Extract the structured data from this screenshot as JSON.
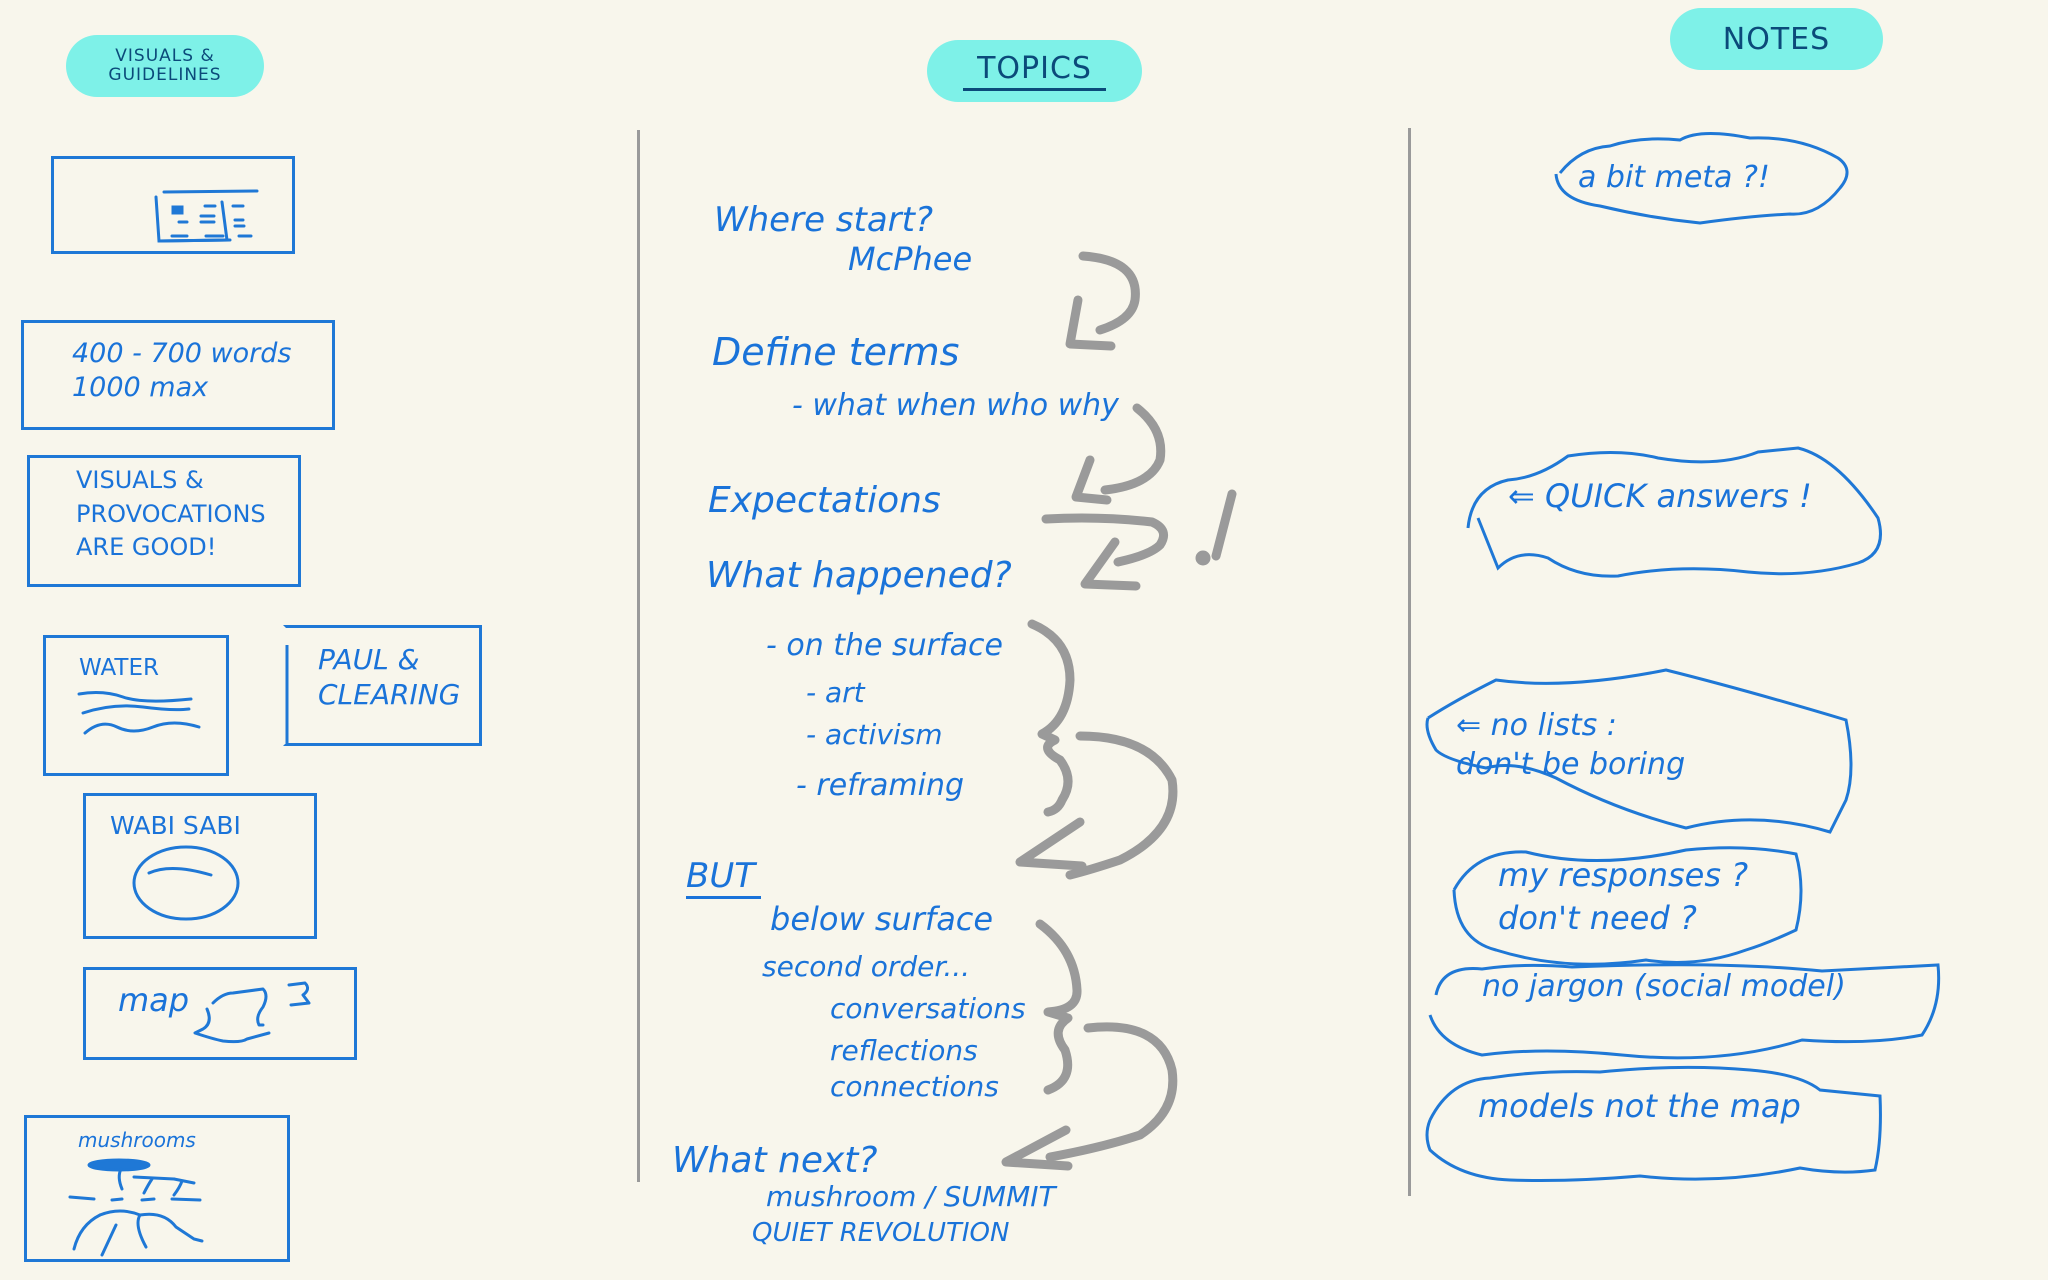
{
  "headers": {
    "guidelines": {
      "line1": "VISUALS &",
      "line2": "GUIDELINES"
    },
    "topics": "TOPICS",
    "notes": "NOTES"
  },
  "guidelines": {
    "table_sketch": {
      "label": ""
    },
    "word_count": {
      "text": "400 - 700 words\n1000 max"
    },
    "visuals": {
      "text": "VISUALS &\nPROVOCATIONS\nARE GOOD!"
    },
    "water": {
      "text": "WATER"
    },
    "paul": {
      "text": "PAUL &\nCLEARING"
    },
    "wabi_sabi": {
      "text": "WABI SABI"
    },
    "map": {
      "text": "map"
    },
    "mushrooms": {
      "text": "mushrooms"
    }
  },
  "topics": {
    "where_start": "Where start?",
    "mcphee": "McPhee",
    "define_terms": "Define terms",
    "what_when": "- what when who why",
    "expectations": "Expectations",
    "what_happened": "What happened?",
    "on_surface": "- on the surface",
    "art": "- art",
    "activism": "- activism",
    "reframing": "- reframing",
    "but": "BUT",
    "below_surface": "below surface",
    "second_order": "second order...",
    "conversations": "conversations",
    "reflections": "reflections",
    "connections": "connections",
    "what_next": "What next?",
    "mushroom_summit": "mushroom / SUMMIT",
    "quiet_revolution": "QUIET REVOLUTION",
    "exclamation": "!"
  },
  "notes": [
    {
      "text": "a bit meta ?!"
    },
    {
      "text": "⇐ QUICK answers !"
    },
    {
      "text": "⇐   no lists :\n      don't be boring"
    },
    {
      "text": "my responses ?\ndon't need ?"
    },
    {
      "text": "no jargon (social model)"
    },
    {
      "text": "models not the map"
    }
  ],
  "colors": {
    "background": "#f8f6ec",
    "ink_blue": "#1a73d9",
    "pill_cyan": "#7ef1e8",
    "pill_text": "#0b4a7a",
    "arrow_gray": "#9a9a9a"
  }
}
